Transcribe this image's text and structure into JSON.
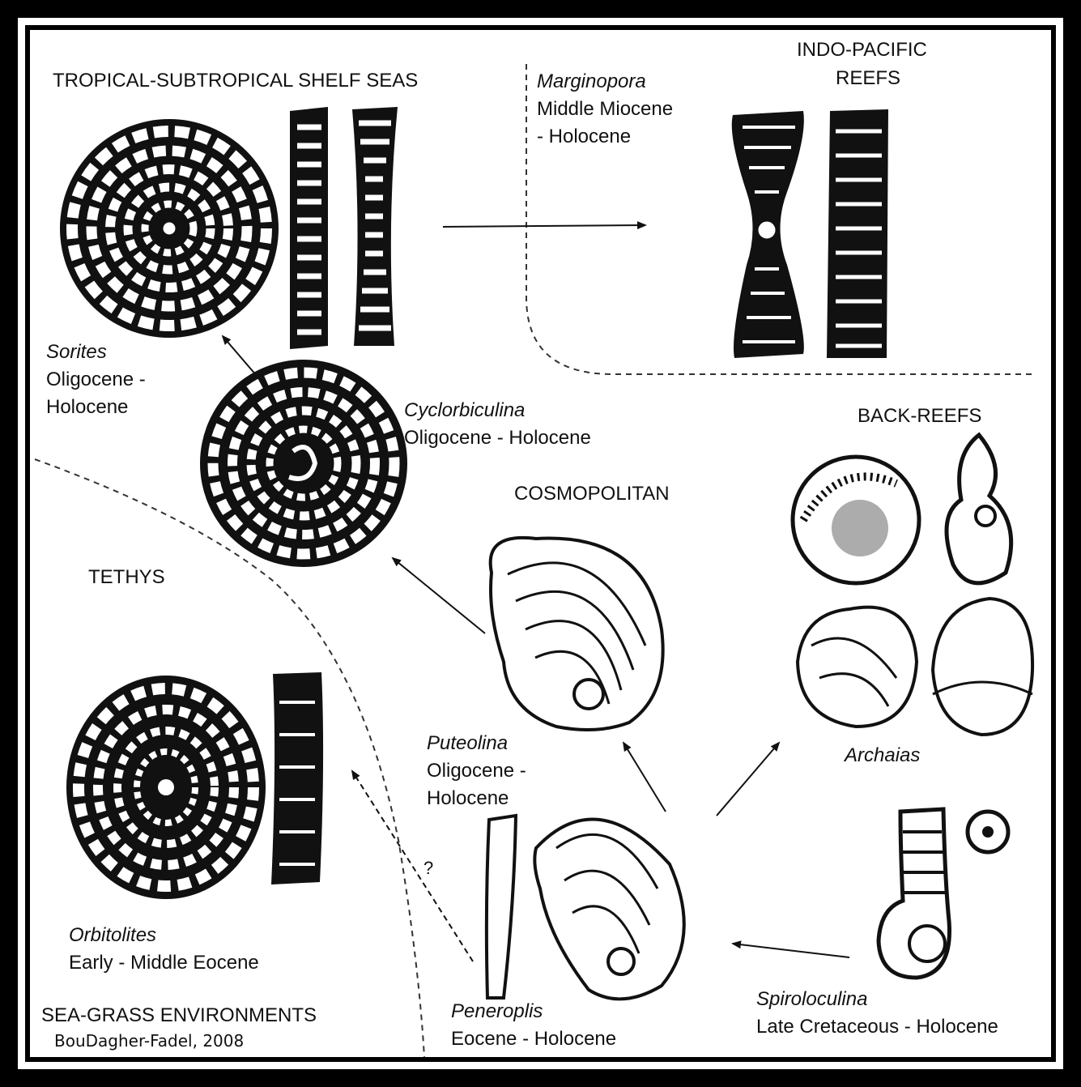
{
  "regions": {
    "tropical": "TROPICAL-SUBTROPICAL SHELF SEAS",
    "indo_line1": "INDO-PACIFIC",
    "indo_line2": "REEFS",
    "back_reefs": "BACK-REEFS",
    "cosmopolitan": "COSMOPOLITAN",
    "tethys": "TETHYS",
    "sea_grass": "SEA-GRASS ENVIRONMENTS"
  },
  "taxa": {
    "marginopora": {
      "name": "Marginopora",
      "range1": "Middle Miocene",
      "range2": "- Holocene"
    },
    "sorites": {
      "name": "Sorites",
      "range1": "Oligocene -",
      "range2": "Holocene"
    },
    "cyclorbiculina": {
      "name": "Cyclorbiculina",
      "range1": "Oligocene - Holocene"
    },
    "puteolina": {
      "name": "Puteolina",
      "range1": "Oligocene -",
      "range2": "Holocene"
    },
    "archaias": {
      "name": "Archaias"
    },
    "orbitolites": {
      "name": "Orbitolites",
      "range1": "Early - Middle Eocene"
    },
    "peneroplis": {
      "name": "Peneroplis",
      "range1": "Eocene - Holocene"
    },
    "spiroloculina": {
      "name": "Spiroloculina",
      "range1": "Late Cretaceous - Holocene"
    }
  },
  "question_mark": "?",
  "credit": "BouDagher-Fadel, 2008"
}
